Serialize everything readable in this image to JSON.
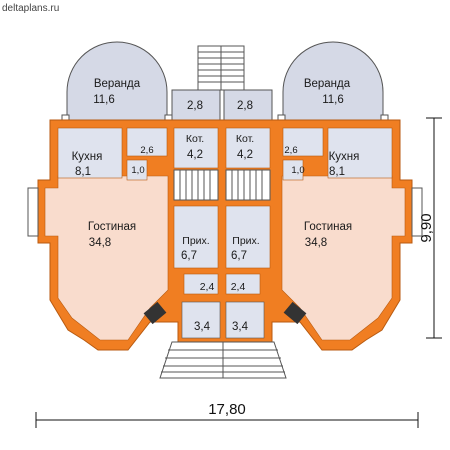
{
  "watermark": "deltaplans.ru",
  "dimensions": {
    "width_label": "17,80",
    "height_label": "9,90"
  },
  "rooms": {
    "veranda_left": {
      "name": "Веранда",
      "area": "11,6"
    },
    "veranda_right": {
      "name": "Веранда",
      "area": "11,6"
    },
    "porch_top_left": {
      "area": "2,8"
    },
    "porch_top_right": {
      "area": "2,8"
    },
    "kitchen_left": {
      "name": "Кухня",
      "area": "8,1"
    },
    "kitchen_right": {
      "name": "Кухня",
      "area": "8,1"
    },
    "bath_left": {
      "area": "2,6"
    },
    "bath_right": {
      "area": "2,6"
    },
    "wc_left": {
      "area": "1,0"
    },
    "wc_right": {
      "area": "1,0"
    },
    "boiler_left": {
      "name": "Кот.",
      "area": "4,2"
    },
    "boiler_right": {
      "name": "Кот.",
      "area": "4,2"
    },
    "living_left": {
      "name": "Гостиная",
      "area": "34,8"
    },
    "living_right": {
      "name": "Гостиная",
      "area": "34,8"
    },
    "hall_left": {
      "name": "Прих.",
      "area": "6,7"
    },
    "hall_right": {
      "name": "Прих.",
      "area": "6,7"
    },
    "vestibule_left": {
      "area": "2,4"
    },
    "vestibule_right": {
      "area": "2,4"
    },
    "entry_left": {
      "area": "3,4"
    },
    "entry_right": {
      "area": "3,4"
    }
  },
  "colors": {
    "wall": "#f07e22",
    "wall_edge": "#b85a10",
    "living_floor": "#f9dccd",
    "service_floor": "#dfe3ee",
    "veranda_floor": "#d5d9e6",
    "stair": "#ffffff"
  }
}
